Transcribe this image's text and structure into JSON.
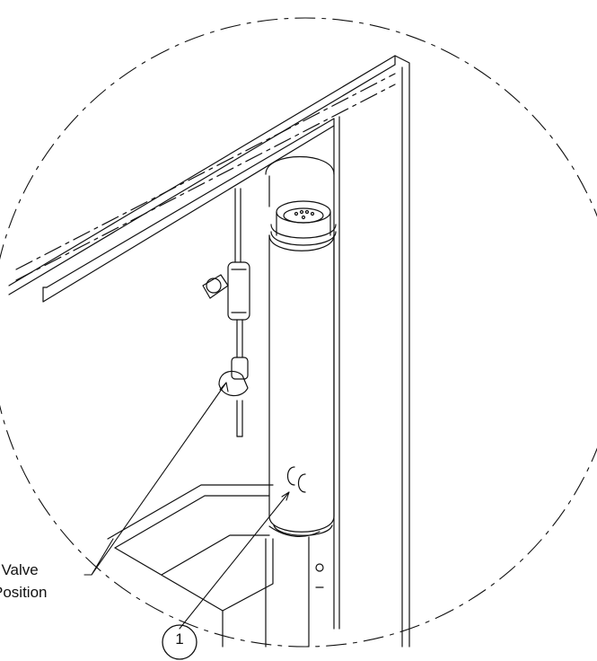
{
  "callouts": {
    "valve_label_line1": "f Valve",
    "valve_label_line2": "Position",
    "item_balloon": "1"
  },
  "colors": {
    "stroke": "#111111",
    "background": "#ffffff"
  }
}
